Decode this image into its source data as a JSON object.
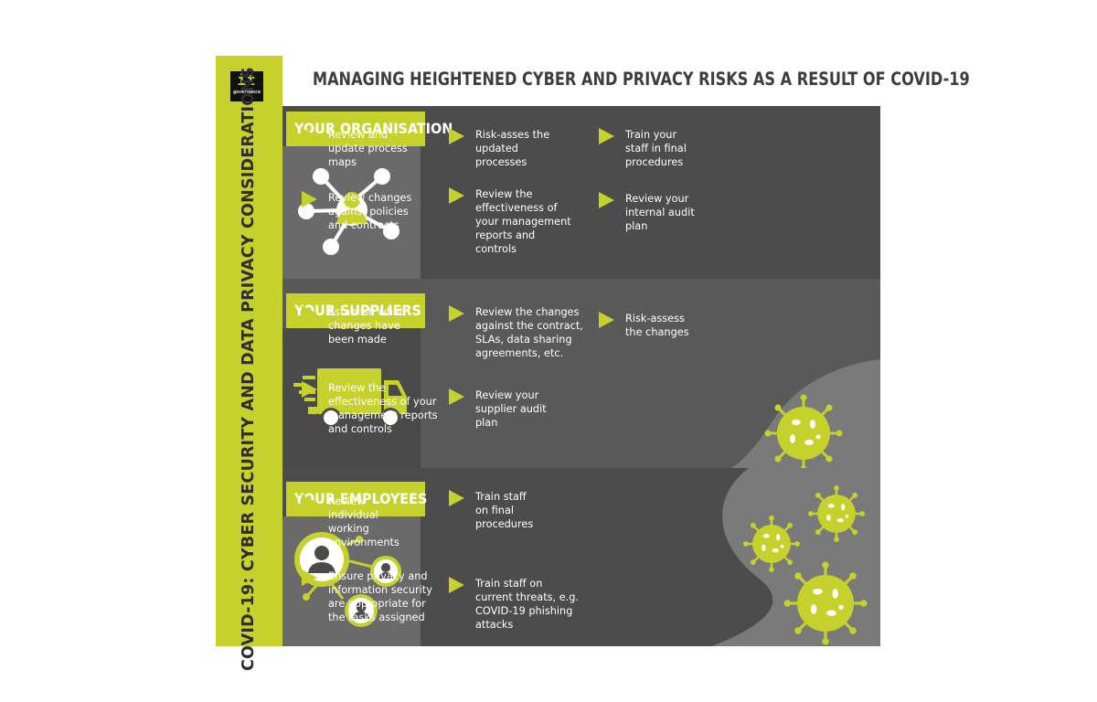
{
  "logo": {
    "mark": "it",
    "sub": "governance"
  },
  "title": "MANAGING HEIGHTENED CYBER AND PRIVACY RISKS AS A RESULT OF COVID-19",
  "vertical_title": "COVID-19: CYBER SECURITY AND DATA PRIVACY CONSIDERATIONS",
  "colors": {
    "accent": "#c6d12b",
    "band_dark": "#4c4c4c",
    "band_mid": "#595959",
    "panel": "#6a6a6a",
    "text": "#ffffff"
  },
  "sections": [
    {
      "label": "YOUR ORGANISATION",
      "icon": "network-person-icon",
      "items": [
        "Review and\nupdate process\nmaps",
        "Risk-asses the\nupdated\nprocesses",
        "Train your\nstaff in final\nprocedures",
        "Review changes\nagainst policies\nand contracts",
        "Review the\neffectiveness of\nyour management\nreports and\ncontrols",
        "Review your\ninternal audit\nplan"
      ]
    },
    {
      "label": "YOUR SUPPLIERS",
      "icon": "delivery-truck-icon",
      "items": [
        "Establish what\nchanges have\nbeen made",
        "Review the changes\nagainst the contract,\nSLAs, data sharing\nagreements, etc.",
        "Risk-assess\nthe changes",
        "Review the\neffectiveness of your\nmanagement reports\nand controls",
        "Review your\nsupplier audit\nplan"
      ]
    },
    {
      "label": "YOUR EMPLOYEES",
      "icon": "people-network-icon",
      "items": [
        "Review\nindividual\nworking\nenvironments",
        "Train staff\non final\nprocedures",
        "Ensure privacy and\ninformation security\nare appropriate for\nthe tasks assigned",
        "Train staff on\ncurrent threats, e.g.\nCOVID-19 phishing\nattacks"
      ]
    }
  ],
  "decoration": {
    "icon": "virus-icon"
  }
}
